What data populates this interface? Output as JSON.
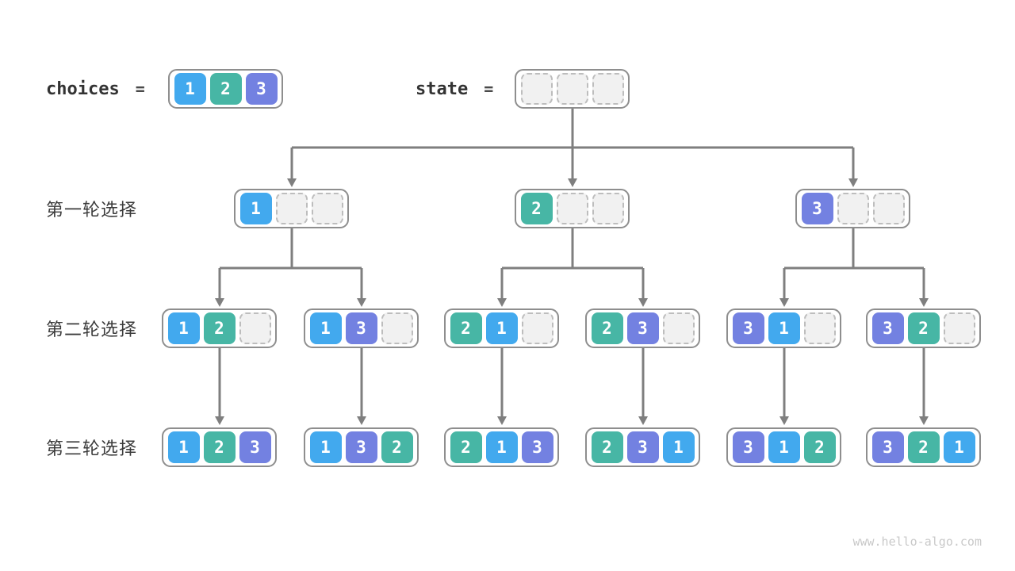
{
  "colors": {
    "1": "#42a9ee",
    "2": "#47b6a5",
    "3": "#7381e1"
  },
  "header": {
    "choices_label": "choices",
    "choices_equals": "=",
    "choices_cells": [
      "1",
      "2",
      "3"
    ],
    "state_label": "state",
    "state_equals": "=",
    "state_cells": [
      "",
      "",
      ""
    ]
  },
  "rows": [
    {
      "label": "第一轮选择",
      "boxes": [
        [
          "1",
          "",
          ""
        ],
        [
          "2",
          "",
          ""
        ],
        [
          "3",
          "",
          ""
        ]
      ]
    },
    {
      "label": "第二轮选择",
      "boxes": [
        [
          "1",
          "2",
          ""
        ],
        [
          "1",
          "3",
          ""
        ],
        [
          "2",
          "1",
          ""
        ],
        [
          "2",
          "3",
          ""
        ],
        [
          "3",
          "1",
          ""
        ],
        [
          "3",
          "2",
          ""
        ]
      ]
    },
    {
      "label": "第三轮选择",
      "boxes": [
        [
          "1",
          "2",
          "3"
        ],
        [
          "1",
          "3",
          "2"
        ],
        [
          "2",
          "1",
          "3"
        ],
        [
          "2",
          "3",
          "1"
        ],
        [
          "3",
          "1",
          "2"
        ],
        [
          "3",
          "2",
          "1"
        ]
      ]
    }
  ],
  "footer": {
    "watermark": "www.hello-algo.com"
  }
}
